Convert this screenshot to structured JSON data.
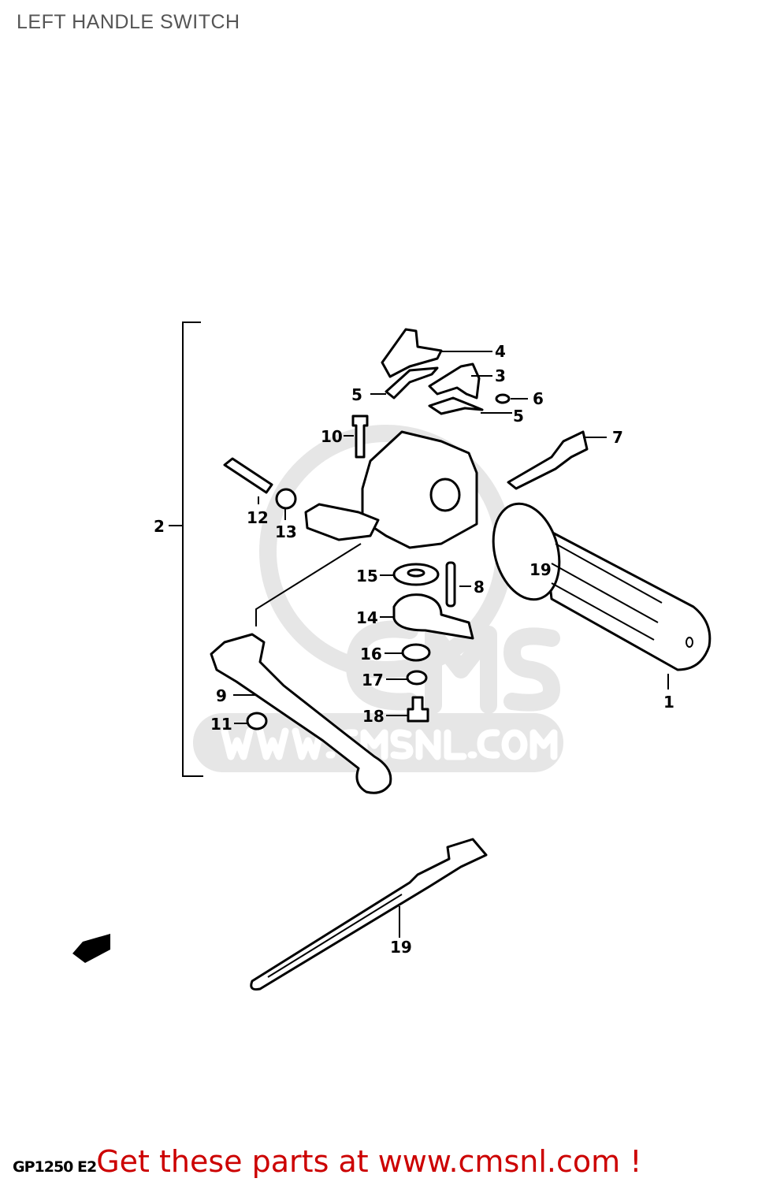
{
  "title": "LEFT HANDLE SWITCH",
  "watermark": {
    "logo": "CMS",
    "url": "WWW.CMSNL.COM"
  },
  "callouts": {
    "c1": "1",
    "c2": "2",
    "c3": "3",
    "c4": "4",
    "c5a": "5",
    "c5b": "5",
    "c6": "6",
    "c7": "7",
    "c8": "8",
    "c9": "9",
    "c10": "10",
    "c11": "11",
    "c12": "12",
    "c13": "13",
    "c14": "14",
    "c15": "15",
    "c16": "16",
    "c17": "17",
    "c18": "18",
    "c19": "19",
    "c19grip": "19"
  },
  "footer": {
    "model_code": "GP1250 E2",
    "promo": "Get these parts at www.cmsnl.com !"
  },
  "colors": {
    "promo": "#cc0000",
    "title": "#555555",
    "watermark": "#e6e6e6"
  }
}
